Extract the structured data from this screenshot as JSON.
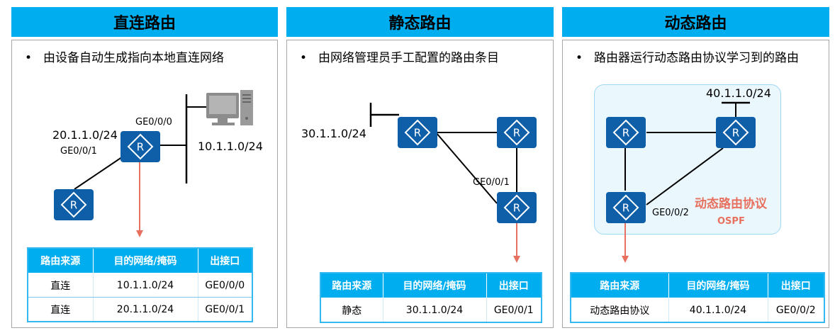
{
  "panels": [
    {
      "title": "直连路由",
      "bullet": "由设备自动生成指向本地直连网络",
      "labels": {
        "net_left": "20.1.1.0/24",
        "if_left": "GE0/0/1",
        "if_top": "GE0/0/0",
        "net_right": "10.1.1.0/24"
      },
      "table": {
        "headers": [
          "路由来源",
          "目的网络/掩码",
          "出接口"
        ],
        "rows": [
          [
            "直连",
            "10.1.1.0/24",
            "GE0/0/0"
          ],
          [
            "直连",
            "20.1.1.0/24",
            "GE0/0/1"
          ]
        ]
      }
    },
    {
      "title": "静态路由",
      "bullet": "由网络管理员手工配置的路由条目",
      "labels": {
        "net_left": "30.1.1.0/24",
        "if_right": "GE0/0/1"
      },
      "table": {
        "headers": [
          "路由来源",
          "目的网络/掩码",
          "出接口"
        ],
        "rows": [
          [
            "静态",
            "30.1.1.0/24",
            "GE0/0/1"
          ]
        ]
      }
    },
    {
      "title": "动态路由",
      "bullet": "路由器运行动态路由协议学习到的路由",
      "labels": {
        "net_top": "40.1.1.0/24",
        "if_bottom": "GE0/0/2",
        "protocol_name": "动态路由协议",
        "protocol_sub": "OSPF"
      },
      "table": {
        "headers": [
          "路由来源",
          "目的网络/掩码",
          "出接口"
        ],
        "rows": [
          [
            "动态路由协议",
            "40.1.1.0/24",
            "GE0/0/2"
          ]
        ]
      }
    }
  ],
  "bullet_symbol": "•",
  "router_glyph": "R",
  "colors": {
    "header": "#00aeef",
    "router": "#0f5ea8",
    "arrow": "#e8705e",
    "table_header": "#00aeef"
  },
  "icons": {
    "router": "router-icon",
    "pc": "pc-icon",
    "arrow": "arrow-down-icon"
  }
}
